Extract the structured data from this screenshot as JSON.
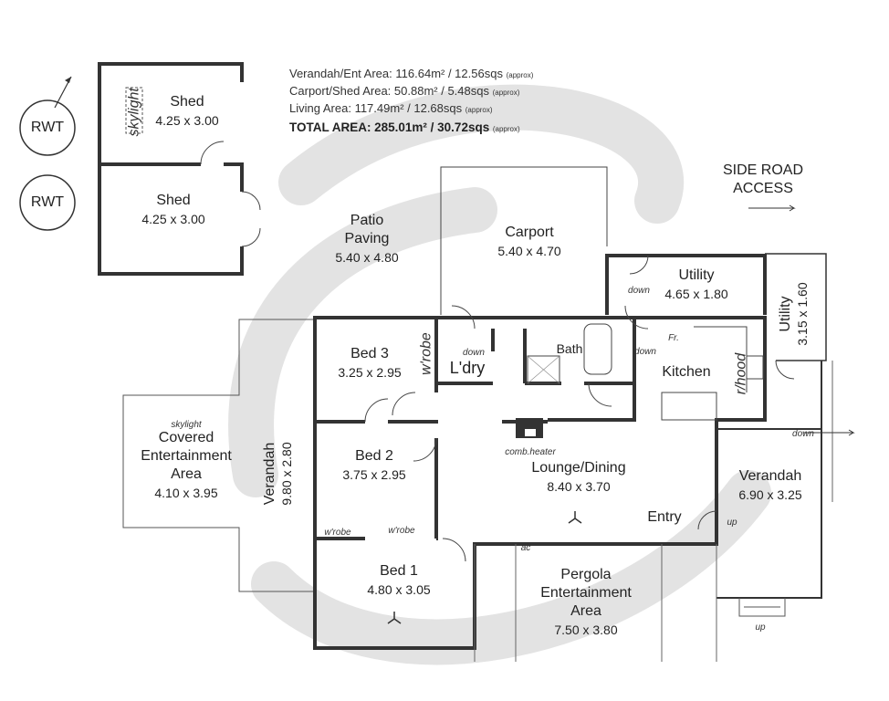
{
  "areas": [
    {
      "label": "Verandah/Ent Area:",
      "value": "116.64m² / 12.56sqs",
      "note": "(approx)"
    },
    {
      "label": "Carport/Shed Area:",
      "value": "50.88m² / 5.48sqs",
      "note": "(approx)"
    },
    {
      "label": "Living Area:",
      "value": "117.49m² / 12.68sqs",
      "note": "(approx)"
    }
  ],
  "total": {
    "label": "TOTAL AREA:",
    "value": "285.01m² / 30.72sqs",
    "note": "(approx)"
  },
  "side_road": {
    "line1": "SIDE ROAD",
    "line2": "ACCESS"
  },
  "tanks": [
    "RWT",
    "RWT"
  ],
  "rooms": {
    "shed1": {
      "name": "Shed",
      "dims": "4.25 x 3.00"
    },
    "shed2": {
      "name": "Shed",
      "dims": "4.25 x 3.00"
    },
    "patio": {
      "name": "Patio",
      "name2": "Paving",
      "dims": "5.40 x 4.80"
    },
    "carport": {
      "name": "Carport",
      "dims": "5.40 x 4.70"
    },
    "utility": {
      "name": "Utility",
      "dims": "4.65 x 1.80"
    },
    "utility2": {
      "name": "Utility",
      "dims": "3.15 x 1.60"
    },
    "bed3": {
      "name": "Bed 3",
      "dims": "3.25 x 2.95"
    },
    "laundry": {
      "name": "L'dry"
    },
    "bath": {
      "name": "Bath"
    },
    "kitchen": {
      "name": "Kitchen"
    },
    "covered": {
      "name": "Covered",
      "name2": "Entertainment",
      "name3": "Area",
      "dims": "4.10 x 3.95"
    },
    "verandah_left": {
      "name": "Verandah",
      "dims": "9.80 x 2.80"
    },
    "bed2": {
      "name": "Bed 2",
      "dims": "3.75 x 2.95"
    },
    "lounge": {
      "name": "Lounge/Dining",
      "dims": "8.40 x 3.70"
    },
    "verandah_right": {
      "name": "Verandah",
      "dims": "6.90 x 3.25"
    },
    "entry": {
      "name": "Entry"
    },
    "bed1": {
      "name": "Bed 1",
      "dims": "4.80 x 3.05"
    },
    "pergola": {
      "name": "Pergola",
      "name2": "Entertainment",
      "name3": "Area",
      "dims": "7.50 x 3.80"
    }
  },
  "annotations": {
    "skylight": "skylight",
    "wrobe": "w'robe",
    "down": "down",
    "up": "up",
    "fridge": "Fr.",
    "rangehood": "r/hood",
    "heater": "comb.heater",
    "ac": "ac"
  }
}
